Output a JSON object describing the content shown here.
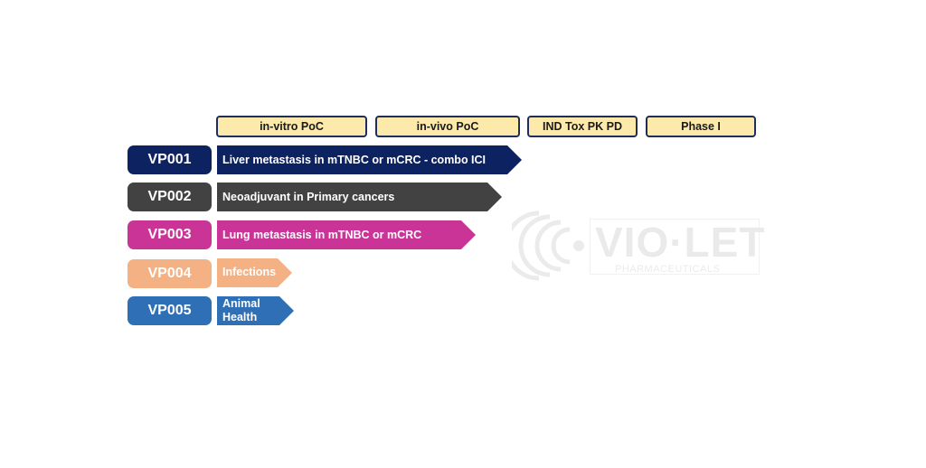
{
  "phases": [
    {
      "label": "in-vitro PoC"
    },
    {
      "label": "in-vivo PoC"
    },
    {
      "label": "IND Tox PK PD"
    },
    {
      "label": "Phase I"
    }
  ],
  "programs": [
    {
      "code": "VP001",
      "indication": "Liver metastasis in mTNBC or mCRC - combo ICI",
      "color": "#0d2260",
      "progress": "through in-vivo PoC"
    },
    {
      "code": "VP002",
      "indication": "Neoadjuvant in Primary cancers",
      "color": "#424242",
      "progress": "through in-vivo PoC"
    },
    {
      "code": "VP003",
      "indication": "Lung metastasis in mTNBC or mCRC",
      "color": "#c93496",
      "progress": "through in-vivo PoC"
    },
    {
      "code": "VP004",
      "indication": "Infections",
      "color": "#f4b183",
      "progress": "in-vitro PoC"
    },
    {
      "code": "VP005",
      "indication": "Animal\nHealth",
      "color": "#2e6fb5",
      "progress": "in-vitro PoC"
    }
  ],
  "watermark": {
    "name": "VIO·LET",
    "sub": "PHARMACEUTICALS",
    "icon": "violet-logo-icon"
  }
}
